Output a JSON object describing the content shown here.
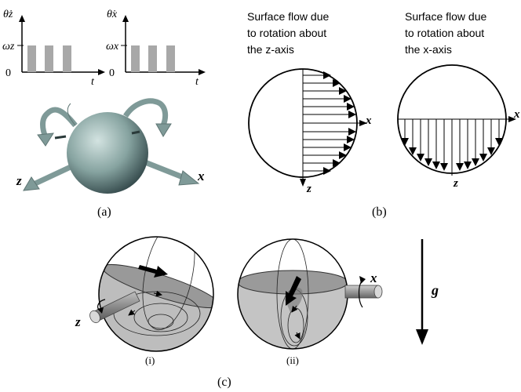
{
  "panel_a": {
    "graph_z": {
      "ylabel": "θ̇z",
      "level_label": "ωz",
      "origin_label": "0",
      "xlabel": "t"
    },
    "graph_x": {
      "ylabel": "θ̇x",
      "level_label": "ωx",
      "origin_label": "0",
      "xlabel": "t"
    },
    "axis_z_label": "z",
    "axis_x_label": "x",
    "caption": "(a)"
  },
  "panel_b": {
    "heading_z": [
      "Surface flow due",
      "to rotation about",
      "the z-axis"
    ],
    "heading_x": [
      "Surface flow due",
      "to rotation about",
      "the x-axis"
    ],
    "z_circle": {
      "x_label": "x",
      "z_label": "z"
    },
    "x_circle": {
      "x_label": "x",
      "z_label": "z"
    },
    "caption": "(b)"
  },
  "panel_c": {
    "sub_i": {
      "axis_label": "z",
      "caption": "(i)"
    },
    "sub_ii": {
      "axis_label": "x",
      "caption": "(ii)"
    },
    "gravity_label": "g",
    "caption": "(c)"
  },
  "colors": {
    "pulse_fill": "#a8a8a8",
    "sphere_dark": "#3c5654",
    "sphere_light": "#bcd0ce",
    "arrow_fill": "#7f9a98",
    "liquid": "#bdbdbd",
    "liquid_top": "#9a9a9a"
  }
}
